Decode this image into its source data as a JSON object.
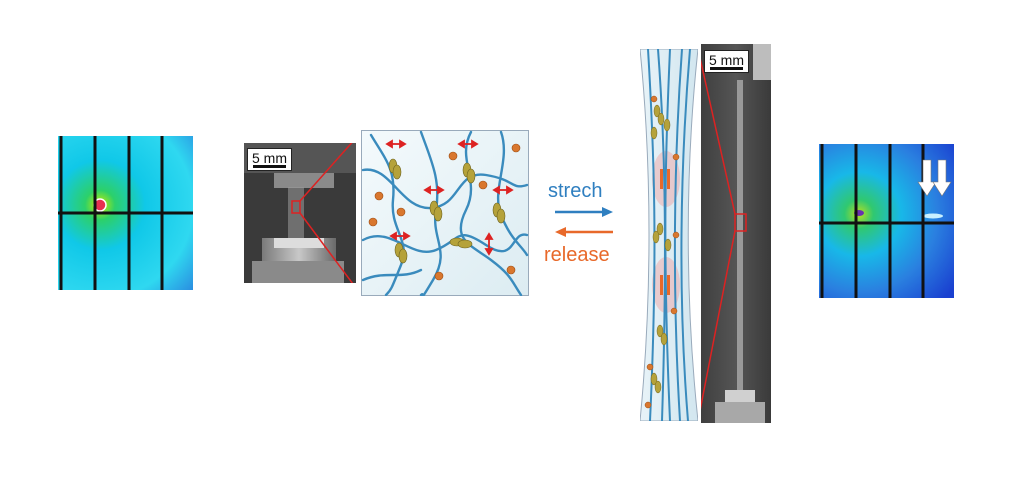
{
  "scale_left": "5 mm",
  "scale_right": "5 mm",
  "action_stretch": "strech",
  "action_release": "release",
  "colors": {
    "stretch": "#2f7fc0",
    "release": "#e8692a",
    "network": "#3a8bbd",
    "crosslink": "#b5a23a",
    "particle": "#d9772e",
    "zoom": "#cc2222",
    "force": "#dd2222"
  }
}
